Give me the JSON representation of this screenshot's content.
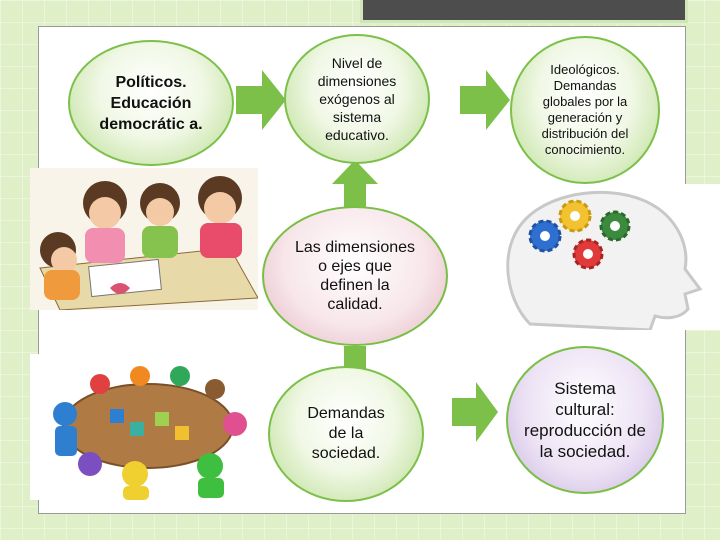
{
  "nodes": {
    "politicos": "Políticos. Educación democrátic a.",
    "nivel": "Nivel de dimensiones exógenos al sistema educativo.",
    "ideologicos": "Ideológicos. Demandas globales por la generación y distribución del conocimiento.",
    "centro": "Las dimensiones o ejes que definen la calidad.",
    "demandas": "Demandas de la sociedad.",
    "cultural": "Sistema cultural: reproducción de la sociedad."
  },
  "colors": {
    "accent_green": "#7cc04a",
    "title_bar": "#4d4d4d",
    "background": "#dff0c8"
  },
  "icons": {
    "children": "children-drawing-illustration",
    "gears": "head-with-gears-illustration",
    "meeting": "team-puzzle-meeting-illustration"
  }
}
